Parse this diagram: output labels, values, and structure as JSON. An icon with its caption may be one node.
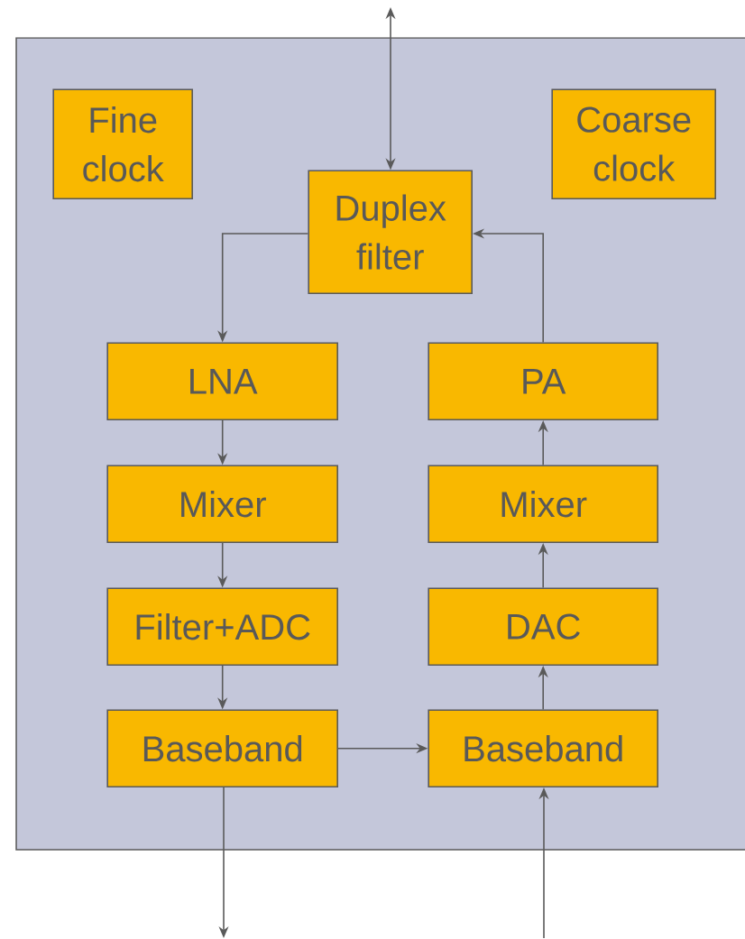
{
  "diagram": {
    "nodes": [
      {
        "text": [],
        "shape": "box"
      },
      {
        "text": [
          "Fine clock"
        ],
        "in": 0
      },
      {
        "text": [
          "Coarse clock"
        ],
        "in": 0
      },
      {
        "text": [
          "Duplex filter"
        ],
        "in": 0
      },
      {
        "text": [
          "LNA"
        ],
        "in": 0
      },
      {
        "text": [
          "PA"
        ],
        "in": 0
      },
      {
        "text": [
          "Mixer"
        ],
        "in": 0
      },
      {
        "text": [
          "Mixer"
        ],
        "in": 0
      },
      {
        "text": [
          "Filter+ADC"
        ],
        "in": 0
      },
      {
        "text": [
          "DAC"
        ],
        "in": 0
      },
      {
        "text": [
          "Baseband"
        ],
        "in": 0
      },
      {
        "text": [
          "Baseband"
        ],
        "in": 0
      }
    ],
    "edges": [
      {
        "from": null,
        "to": 3,
        "arrow": "both"
      },
      {
        "from": 3,
        "to": 4,
        "arrow": "to"
      },
      {
        "from": 5,
        "to": 3,
        "arrow": "to"
      },
      {
        "from": 4,
        "to": 6,
        "arrow": "to"
      },
      {
        "from": 6,
        "to": 8,
        "arrow": "to"
      },
      {
        "from": 8,
        "to": 10,
        "arrow": "to"
      },
      {
        "from": 10,
        "to": 11,
        "arrow": "to"
      },
      {
        "from": 11,
        "to": 9,
        "arrow": "to"
      },
      {
        "from": 9,
        "to": 7,
        "arrow": "to"
      },
      {
        "from": 7,
        "to": 5,
        "arrow": "to"
      },
      {
        "from": 10,
        "to": null,
        "arrow": "to"
      },
      {
        "from": null,
        "to": 11,
        "arrow": "to"
      }
    ]
  }
}
